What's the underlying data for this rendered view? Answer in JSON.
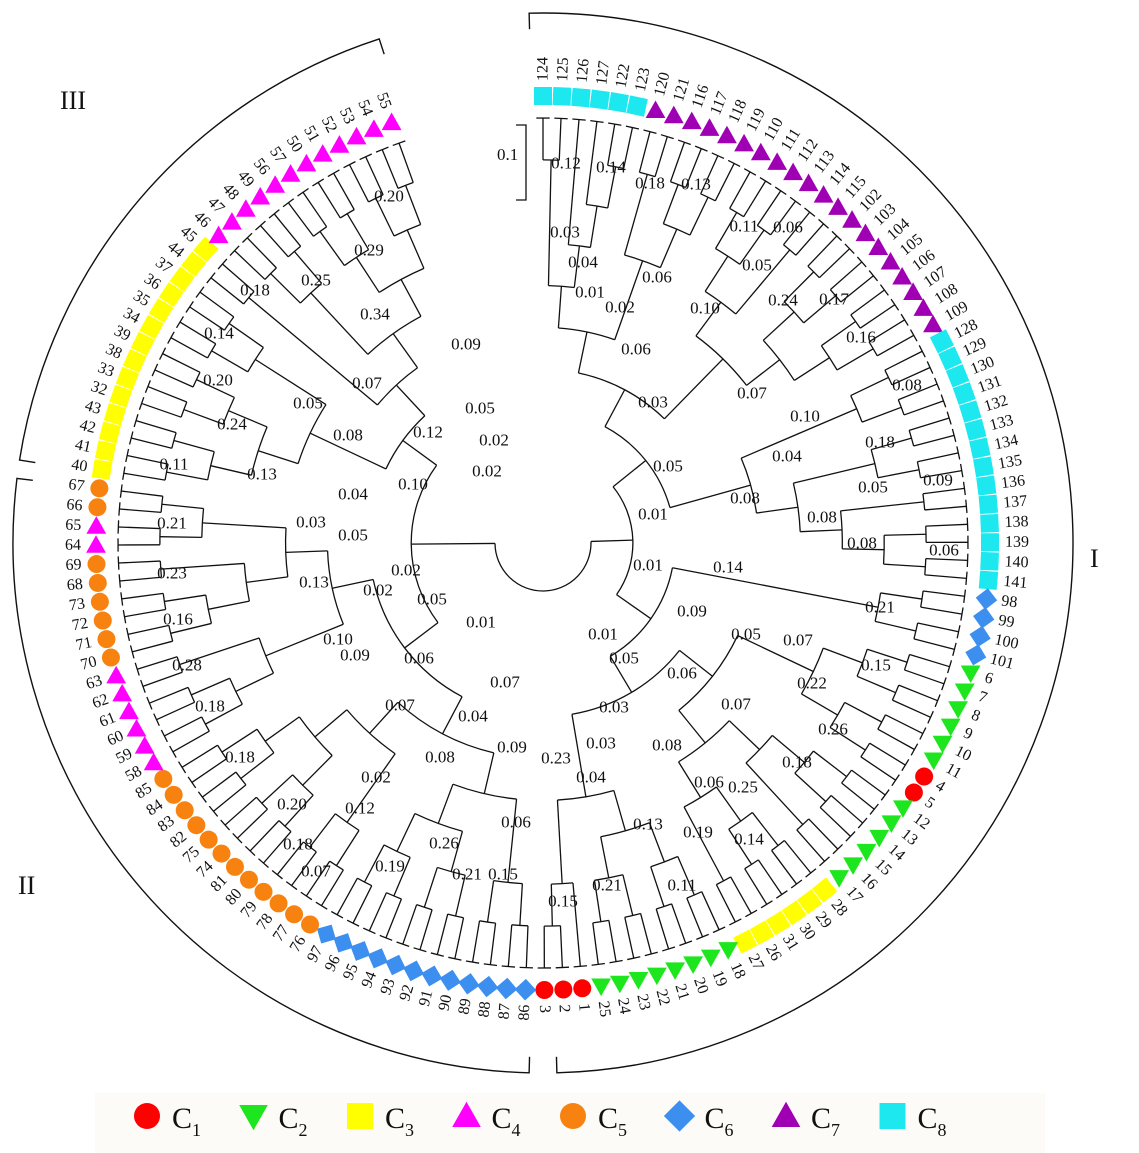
{
  "clade_labels": [
    "I",
    "II",
    "III"
  ],
  "scale_bar": "0.1",
  "clusters": [
    {
      "name": "C1",
      "sub": "1",
      "color": "#ff0000",
      "shape": "circle",
      "members": [
        "1",
        "2",
        "3",
        "4",
        "5"
      ]
    },
    {
      "name": "C2",
      "sub": "2",
      "color": "#1ee61e",
      "shape": "triangle-down",
      "members": [
        "6",
        "7",
        "8",
        "9",
        "10",
        "11",
        "12",
        "13",
        "14",
        "15",
        "16",
        "17",
        "18",
        "19",
        "20",
        "21",
        "22",
        "23",
        "24",
        "25"
      ]
    },
    {
      "name": "C3",
      "sub": "3",
      "color": "#ffff00",
      "shape": "square",
      "members": [
        "26",
        "27",
        "28",
        "29",
        "30",
        "31",
        "32",
        "33",
        "34",
        "35",
        "36",
        "37",
        "38",
        "39",
        "40",
        "41",
        "42",
        "43",
        "44",
        "45"
      ]
    },
    {
      "name": "C4",
      "sub": "4",
      "color": "#ff00ff",
      "shape": "triangle-up",
      "members": [
        "46",
        "47",
        "48",
        "49",
        "50",
        "51",
        "52",
        "53",
        "54",
        "55",
        "56",
        "57",
        "58",
        "59",
        "60",
        "61",
        "62",
        "63",
        "64",
        "65"
      ]
    },
    {
      "name": "C5",
      "sub": "5",
      "color": "#f7820f",
      "shape": "circle",
      "members": [
        "66",
        "67",
        "68",
        "69",
        "70",
        "71",
        "72",
        "73",
        "74",
        "75",
        "76",
        "77",
        "78",
        "79",
        "80",
        "81",
        "82",
        "83",
        "84",
        "85"
      ]
    },
    {
      "name": "C6",
      "sub": "6",
      "color": "#3d8fef",
      "shape": "diamond",
      "members": [
        "86",
        "87",
        "88",
        "89",
        "90",
        "91",
        "92",
        "93",
        "94",
        "95",
        "96",
        "97",
        "98",
        "99",
        "100",
        "101"
      ]
    },
    {
      "name": "C7",
      "sub": "7",
      "color": "#a000b4",
      "shape": "triangle-up",
      "members": [
        "102",
        "103",
        "104",
        "105",
        "106",
        "107",
        "108",
        "109",
        "110",
        "111",
        "112",
        "113",
        "114",
        "115",
        "116",
        "117",
        "118",
        "119",
        "120",
        "121"
      ]
    },
    {
      "name": "C8",
      "sub": "8",
      "color": "#1ee8ef",
      "shape": "square",
      "members": [
        "122",
        "123",
        "124",
        "125",
        "126",
        "127",
        "128",
        "129",
        "130",
        "131",
        "132",
        "133",
        "134",
        "135",
        "136",
        "137",
        "138",
        "139",
        "140",
        "141"
      ]
    }
  ],
  "tree": [
    [
      [
        [
          [
            [
              [
                "124",
                "125"
              ],
              [
                "126",
                [
                  "127",
                  [
                    "122",
                    "123"
                  ]
                ]
              ]
            ],
            [
              [
                "120",
                "121"
              ],
              [
                [
                  "116",
                  "117"
                ],
                [
                  "118",
                  "119"
                ]
              ]
            ]
          ],
          [
            [
              [
                [
                  "110",
                  "111"
                ],
                [
                  "112",
                  "113"
                ]
              ],
              [
                "114",
                "115"
              ]
            ],
            [
              [
                [
                  "102",
                  "103"
                ],
                [
                  "104",
                  "105"
                ]
              ],
              [
                [
                  "106",
                  "107"
                ],
                [
                  "108",
                  "109"
                ]
              ]
            ]
          ]
        ],
        [
          [
            [
              "128",
              "129"
            ],
            [
              "130",
              "131"
            ]
          ],
          [
            [
              [
                "132",
                "133"
              ],
              [
                "134",
                "135"
              ]
            ],
            [
              [
                "136",
                "137"
              ],
              [
                [
                  "138",
                  "139"
                ],
                [
                  "140",
                  "141"
                ]
              ]
            ]
          ]
        ]
      ],
      [
        [
          [
            "98",
            "99"
          ],
          [
            "100",
            "101"
          ]
        ],
        [
          [
            [
              [
                [
                  "6",
                  "7"
                ],
                [
                  "8",
                  "9"
                ]
              ],
              [
                [
                  "10",
                  "11"
                ],
                [
                  "4",
                  "5"
                ]
              ]
            ],
            [
              [
                [
                  [
                    "12",
                    "13"
                  ],
                  [
                    "14",
                    "15"
                  ]
                ],
                [
                  "16",
                  "17"
                ]
              ],
              [
                [
                  [
                    "28",
                    "29"
                  ],
                  [
                    "30",
                    "31"
                  ]
                ],
                [
                  "26",
                  "27"
                ]
              ]
            ]
          ],
          [
            [
              [
                [
                  "18",
                  "19"
                ],
                [
                  "20",
                  "21"
                ]
              ],
              [
                [
                  "22",
                  "23"
                ],
                [
                  "24",
                  "25"
                ]
              ]
            ],
            [
              "1",
              [
                "2",
                "3"
              ]
            ]
          ]
        ]
      ]
    ],
    [
      [
        [
          [
            [
              [
                "86",
                "87"
              ],
              [
                "88",
                "89"
              ]
            ],
            [
              [
                [
                  "90",
                  "91"
                ],
                [
                  "92",
                  "93"
                ]
              ],
              [
                [
                  "94",
                  "95"
                ],
                [
                  "96",
                  "97"
                ]
              ]
            ]
          ],
          [
            [
              [
                "76",
                "77"
              ],
              [
                "78",
                "79"
              ]
            ],
            [
              [
                [
                  "80",
                  "81"
                ],
                [
                  "74",
                  "75"
                ]
              ],
              [
                [
                  "82",
                  "83"
                ],
                [
                  "84",
                  "85"
                ]
              ]
            ]
          ]
        ],
        [
          [
            [
              [
                "58",
                "59"
              ],
              [
                "60",
                "61"
              ]
            ],
            [
              "62",
              "63"
            ]
          ],
          [
            [
              [
                [
                  "70",
                  "71"
                ],
                [
                  "72",
                  "73"
                ]
              ],
              [
                "68",
                "69"
              ]
            ],
            [
              [
                "64",
                "65"
              ],
              [
                "66",
                "67"
              ]
            ]
          ]
        ]
      ],
      [
        [
          [
            [
              [
                "40",
                "41"
              ],
              [
                "42",
                "43"
              ]
            ],
            [
              [
                "32",
                "33"
              ],
              [
                "38",
                "39"
              ]
            ]
          ],
          [
            [
              "34",
              "35"
            ],
            [
              "36",
              "37"
            ]
          ]
        ],
        [
          [
            "44",
            "45"
          ],
          [
            [
              [
                "46",
                "47"
              ],
              [
                "48",
                "49"
              ]
            ],
            [
              [
                [
                  "56",
                  "57"
                ],
                [
                  "50",
                  "51"
                ]
              ],
              [
                [
                  "52",
                  "53"
                ],
                [
                  "54",
                  "55"
                ]
              ]
            ]
          ]
        ]
      ]
    ]
  ],
  "branch_labels": [
    "0.12",
    "0.14",
    "0.03",
    "0.18",
    "0.13",
    "0.04",
    "0.11",
    "0.06",
    "0.01",
    "0.06",
    "0.05",
    "0.02",
    "0.10",
    "0.24",
    "0.17",
    "0.06",
    "0.16",
    "0.07",
    "0.03",
    "0.08",
    "0.10",
    "0.18",
    "0.04",
    "0.05",
    "0.05",
    "0.09",
    "0.08",
    "0.08",
    "0.01",
    "0.08",
    "0.06",
    "0.01",
    "0.14",
    "0.21",
    "0.01",
    "0.09",
    "0.05",
    "0.07",
    "0.15",
    "0.22",
    "0.05",
    "0.06",
    "0.07",
    "0.26",
    "0.03",
    "0.03",
    "0.08",
    "0.06",
    "0.25",
    "0.18",
    "0.04",
    "0.13",
    "0.19",
    "0.14",
    "0.21",
    "0.11",
    "0.23",
    "0.15",
    "0.07",
    "0.09",
    "0.06",
    "0.15",
    "0.04",
    "0.08",
    "0.26",
    "0.21",
    "0.19",
    "0.01",
    "0.05",
    "0.02",
    "0.06",
    "0.07",
    "0.02",
    "0.12",
    "0.07",
    "0.18",
    "0.20",
    "0.09",
    "0.18",
    "0.18",
    "0.10",
    "0.02",
    "0.13",
    "0.16",
    "0.28",
    "0.23",
    "0.05",
    "0.03",
    "0.21",
    "0.04",
    "0.13",
    "0.11",
    "0.10",
    "0.24",
    "0.08",
    "0.20",
    "0.05",
    "0.07",
    "0.12",
    "0.14",
    "0.18",
    "0.25",
    "0.34",
    "0.29",
    "0.20",
    "0.09",
    "0.05",
    "0.02",
    "0.02"
  ]
}
